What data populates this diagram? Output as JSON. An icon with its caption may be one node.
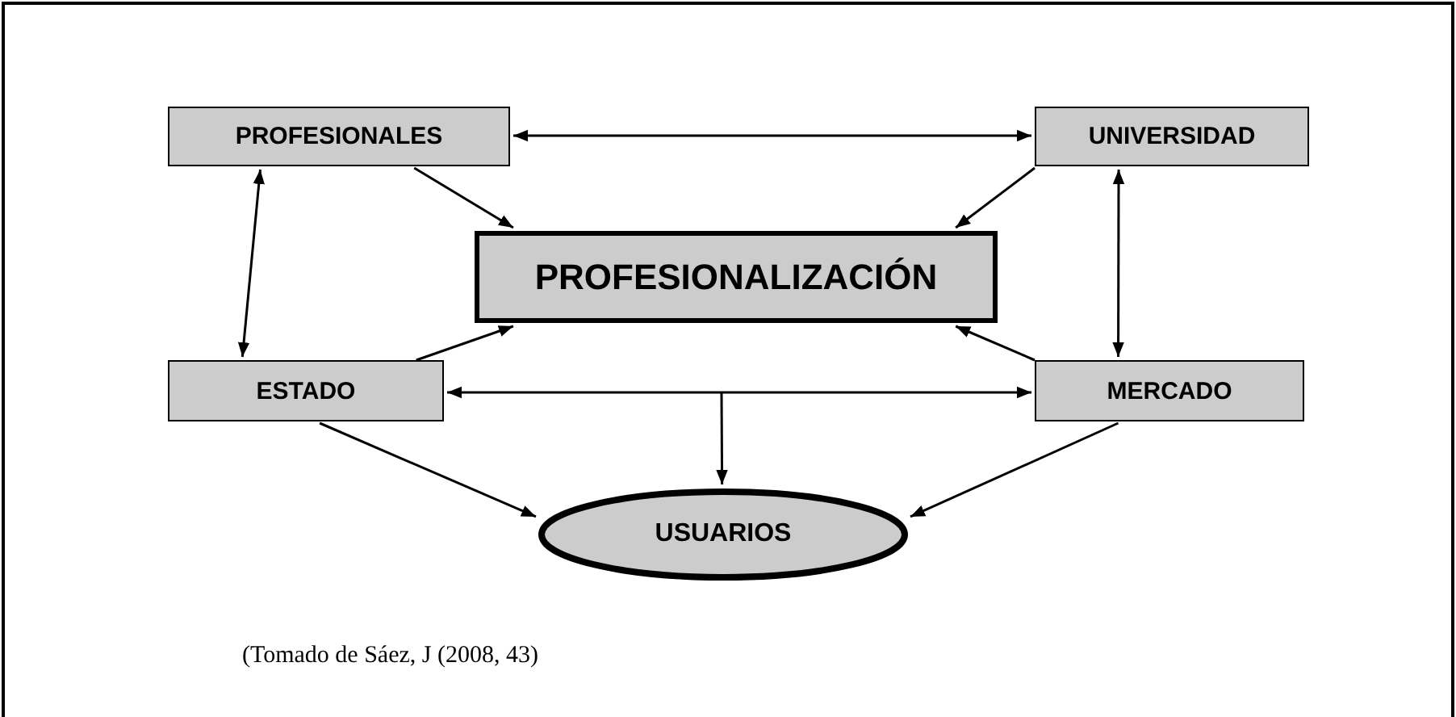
{
  "diagram": {
    "nodes": [
      {
        "text": [
          "PROFESIONALES"
        ]
      },
      {
        "text": [
          "UNIVERSIDAD"
        ]
      },
      {
        "text": [
          "PROFESIONALIZACIÓN"
        ]
      },
      {
        "text": [
          "ESTADO"
        ]
      },
      {
        "text": [
          "MERCADO"
        ]
      },
      {
        "text": [
          "USUARIOS"
        ]
      }
    ],
    "edges": [
      {
        "from": 0,
        "to": 1,
        "arrow": "both"
      },
      {
        "from": 0,
        "to": 2,
        "arrow": "to"
      },
      {
        "from": 1,
        "to": 2,
        "arrow": "to"
      },
      {
        "from": 0,
        "to": 3,
        "arrow": "both"
      },
      {
        "from": 1,
        "to": 4,
        "arrow": "both"
      },
      {
        "from": 3,
        "to": 2,
        "arrow": "to"
      },
      {
        "from": 4,
        "to": 2,
        "arrow": "to"
      },
      {
        "from": 3,
        "to": 4,
        "arrow": "both"
      },
      {
        "from": null,
        "to": 5,
        "arrow": "to"
      },
      {
        "from": 3,
        "to": 5,
        "arrow": "to"
      },
      {
        "from": 4,
        "to": 5,
        "arrow": "to"
      }
    ],
    "labels": [
      "(Tomado de Sáez, J (2008, 43)"
    ]
  }
}
